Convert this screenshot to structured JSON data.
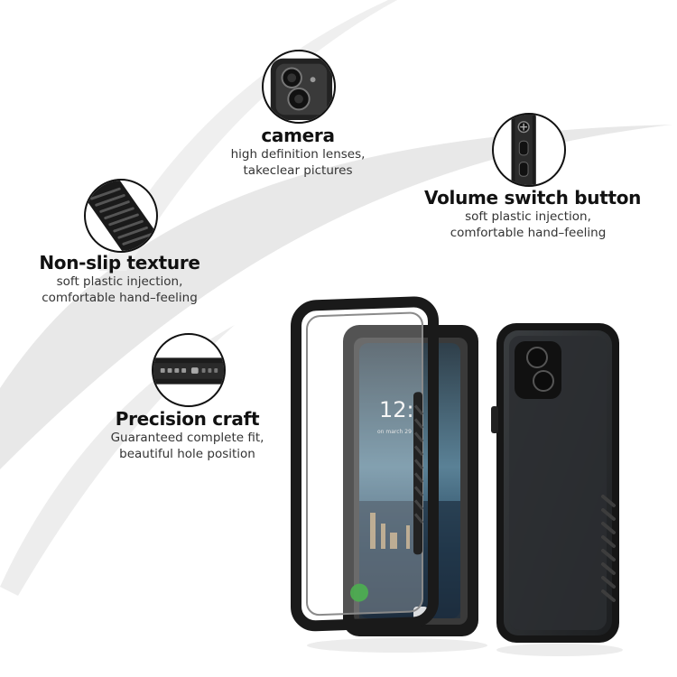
{
  "features": {
    "camera": {
      "title": "camera",
      "line1": "high definition lenses,",
      "line2": "takeclear pictures",
      "icon": "camera-lens-icon"
    },
    "volume": {
      "title": "Volume switch button",
      "line1": "soft plastic injection,",
      "line2": "comfortable hand–feeling",
      "icon": "volume-button-icon"
    },
    "nonslip": {
      "title": "Non-slip texture",
      "line1": "soft plastic injection,",
      "line2": "comfortable hand–feeling",
      "icon": "grip-texture-icon"
    },
    "precision": {
      "title": "Precision craft",
      "line1": "Guaranteed complete fit,",
      "line2": "beautiful hole position",
      "icon": "speaker-port-icon"
    }
  },
  "phone_screen": {
    "time": "12:",
    "date": "on march 29"
  },
  "colors": {
    "case_black": "#1a1a1a",
    "swoosh_grey": "#e6e6e6",
    "screen_blue": "#3f6f86"
  }
}
